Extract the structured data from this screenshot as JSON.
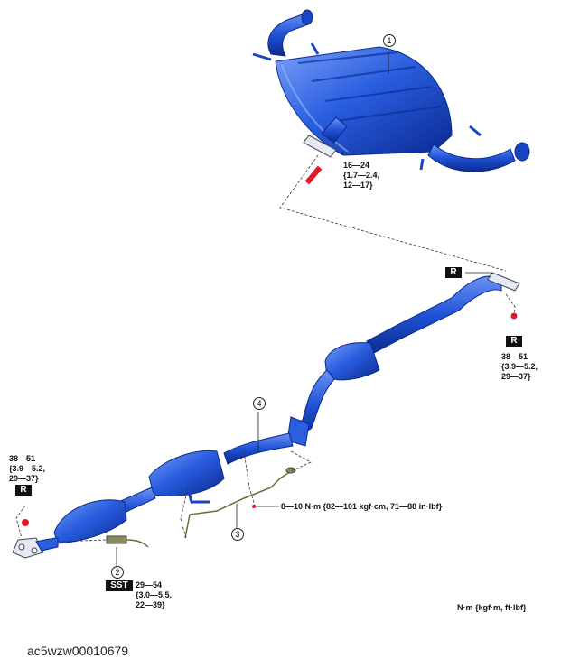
{
  "callouts": [
    "1",
    "2",
    "3",
    "4"
  ],
  "torques": {
    "t1": {
      "lines": [
        "16—24",
        "{1.7—2.4,",
        "12—17}"
      ]
    },
    "t_right": {
      "lines": [
        "38—51",
        "{3.9—5.2,",
        "29—37}"
      ]
    },
    "t_left": {
      "lines": [
        "38—51",
        "{3.9—5.2,",
        "29—37}"
      ]
    },
    "t_sensor": {
      "lines": [
        "29—54",
        "{3.0—5.5,",
        "22—39}"
      ]
    },
    "t_bracket": "8—10 N·m {82—101 kgf·cm, 71—88 in·lbf}"
  },
  "badges": {
    "replace": "R",
    "special_tool": "SST"
  },
  "units_note": "N·m {kgf·m, ft·lbf}",
  "doc_code": "ac5wzw00010679",
  "colors": {
    "pipe": "#1f52d6",
    "pipe_dark": "#0c2f9a",
    "pipe_light": "#5a86f0",
    "nut": "#e01a2a",
    "sensor": "#6b6b3a"
  }
}
